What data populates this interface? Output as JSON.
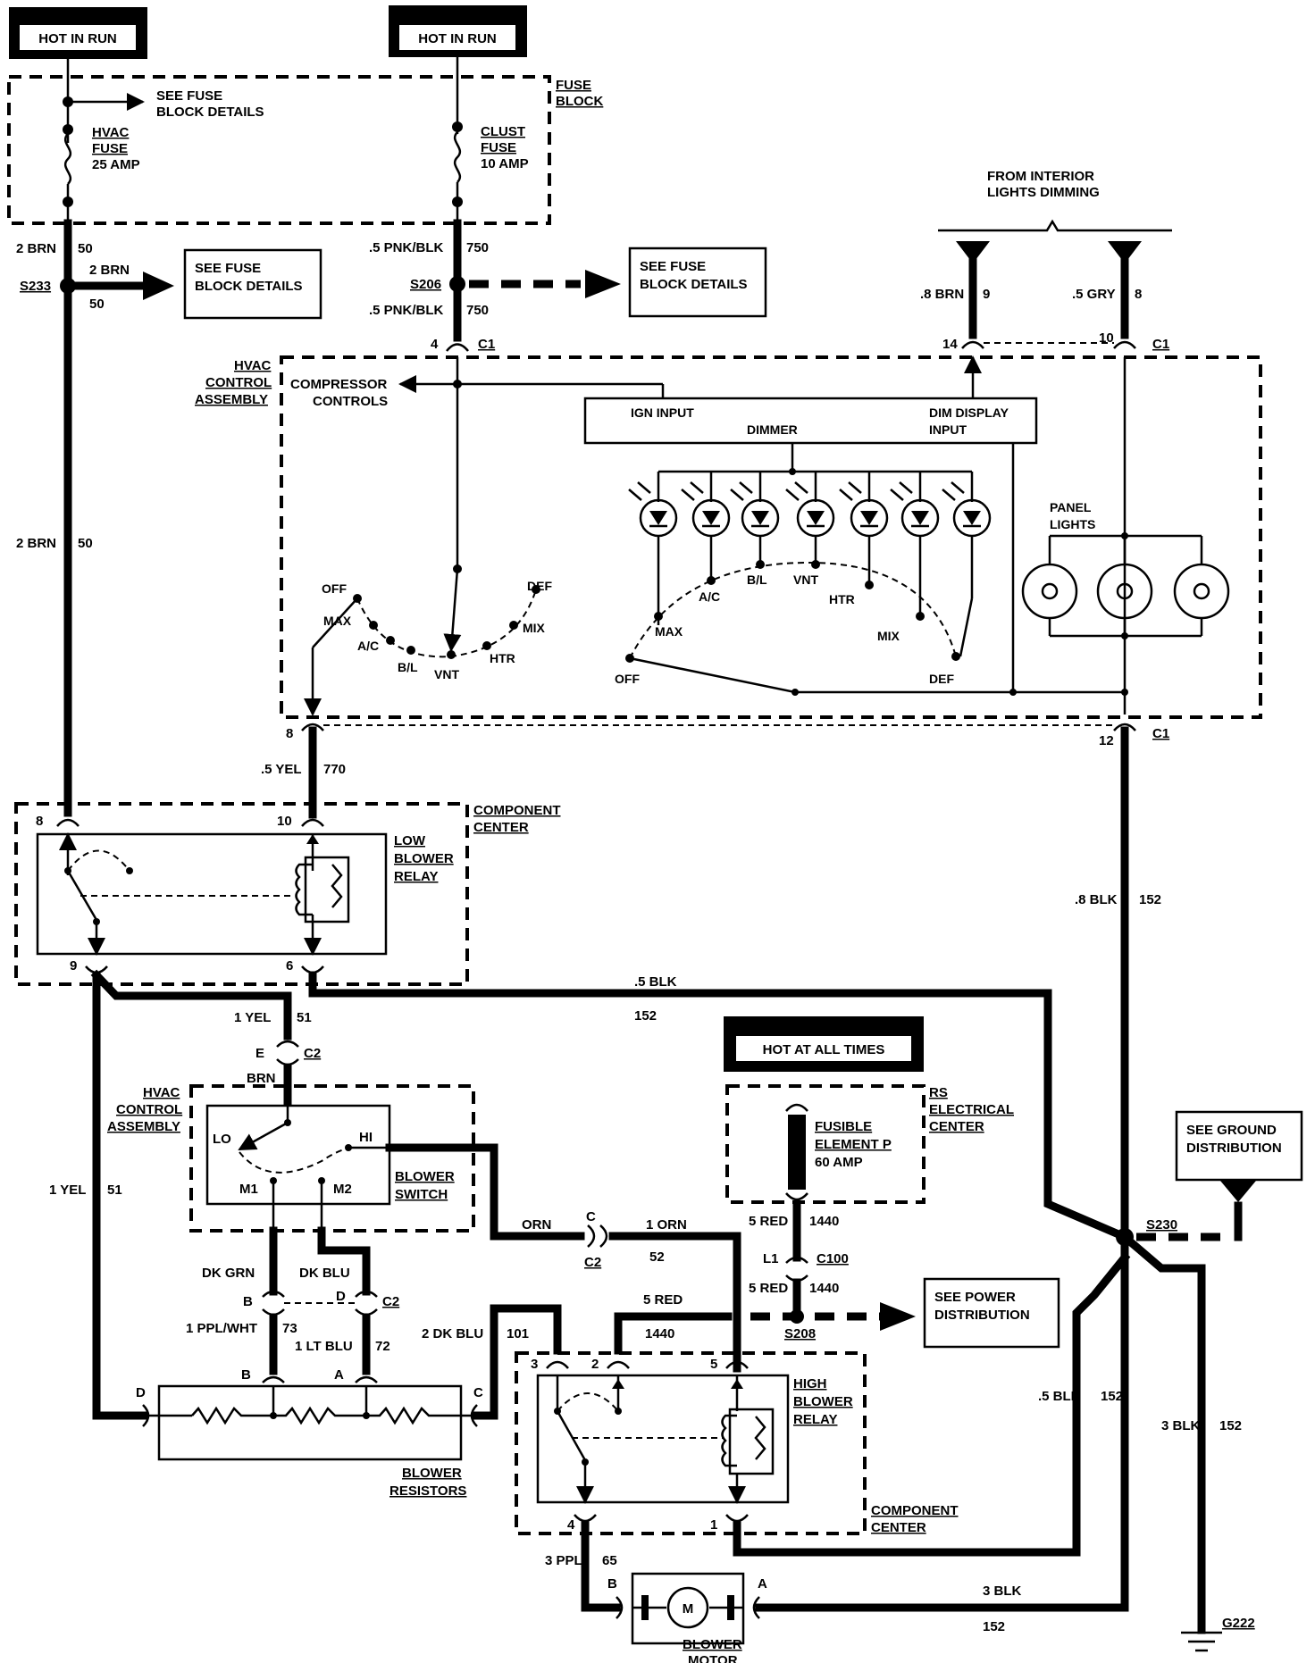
{
  "power": {
    "hot_in_run_1": "HOT IN RUN",
    "hot_in_run_2": "HOT IN RUN",
    "hot_at_all_times": "HOT AT ALL TIMES"
  },
  "fuse_block": {
    "title_1": "FUSE",
    "title_2": "BLOCK",
    "see_fuse_1": "SEE FUSE",
    "see_fuse_2": "BLOCK DETAILS",
    "hvac_fuse_1": "HVAC",
    "hvac_fuse_2": "FUSE",
    "hvac_fuse_3": "25 AMP",
    "clust_fuse_1": "CLUST",
    "clust_fuse_2": "FUSE",
    "clust_fuse_3": "10 AMP"
  },
  "wires": {
    "w_2brn_top": "2 BRN",
    "w_50_top": "50",
    "w_2brn_arrow": "2 BRN",
    "w_50_arrow": "50",
    "s233": "S233",
    "w_2brn_mid": "2 BRN",
    "w_50_mid": "50",
    "w_5pnkblk_1": ".5 PNK/BLK",
    "w_750_1": "750",
    "s206": "S206",
    "w_5pnkblk_2": ".5 PNK/BLK",
    "w_750_2": "750",
    "w_8brn": ".8 BRN",
    "w_9": "9",
    "w_5gry": ".5 GRY",
    "w_8": "8",
    "w_5yel": ".5 YEL",
    "w_770": "770",
    "w_8blk": ".8 BLK",
    "w_152a": "152",
    "w_5blk": ".5 BLK",
    "w_152b": "152",
    "w_1yel": "1 YEL",
    "w_51a": "51",
    "w_brn": "BRN",
    "w_1yel_side": "1 YEL",
    "w_51b": "51",
    "w_dkgrn": "DK GRN",
    "w_dkblu": "DK BLU",
    "w_1pplwht": "1 PPL/WHT",
    "w_73": "73",
    "w_1ltblu": "1 LT BLU",
    "w_72": "72",
    "w_orn": "ORN",
    "w_1orn": "1 ORN",
    "w_52": "52",
    "w_2dkblu": "2 DK BLU",
    "w_101": "101",
    "w_5red_a": "5 RED",
    "w_1440_a": "1440",
    "w_5red_b": "5 RED",
    "w_1440_b": "1440",
    "w_5red_c": "5 RED",
    "w_1440_c": "1440",
    "s208": "S208",
    "w_5blk_r": ".5 BLK",
    "w_152c": "152",
    "w_3blk_r": "3 BLK",
    "w_152d": "152",
    "w_3ppl": "3 PPL",
    "w_65": "65",
    "w_3blk_b": "3 BLK",
    "w_152e": "152",
    "s230": "S230",
    "g222": "G222"
  },
  "see_boxes": {
    "fuse_a_1": "SEE FUSE",
    "fuse_a_2": "BLOCK DETAILS",
    "fuse_b_1": "SEE FUSE",
    "fuse_b_2": "BLOCK DETAILS",
    "ground_1": "SEE GROUND",
    "ground_2": "DISTRIBUTION",
    "power_1": "SEE POWER",
    "power_2": "DISTRIBUTION"
  },
  "dimming": {
    "line1": "FROM INTERIOR",
    "line2": "LIGHTS DIMMING"
  },
  "hvac_control": {
    "title_1": "HVAC",
    "title_2": "CONTROL",
    "title_3": "ASSEMBLY",
    "compressor_1": "COMPRESSOR",
    "compressor_2": "CONTROLS",
    "ign_input": "IGN INPUT",
    "dimmer": "DIMMER",
    "dim_display_1": "DIM DISPLAY",
    "dim_display_2": "INPUT",
    "panel_1": "PANEL",
    "panel_2": "LIGHTS",
    "mode_labels": [
      "OFF",
      "MAX",
      "A/C",
      "B/L",
      "VNT",
      "HTR",
      "MIX",
      "DEF"
    ],
    "led_labels": [
      "MAX",
      "A/C",
      "B/L",
      "VNT",
      "HTR",
      "MIX",
      "DEF",
      "OFF"
    ]
  },
  "connectors": {
    "c1": "C1",
    "c1b": "C1",
    "c1c": "C1",
    "c2": "C2",
    "c2b": "C2",
    "c2c": "C2",
    "c100": "C100",
    "p4": "4",
    "p14": "14",
    "p10": "10",
    "p8": "8",
    "p12": "12",
    "cc_8": "8",
    "cc_10": "10",
    "cc_9": "9",
    "cc_6": "6",
    "e": "E",
    "b": "B",
    "d": "D",
    "c": "C",
    "l1": "L1",
    "res_b": "B",
    "res_a": "A",
    "res_d": "D",
    "res_c": "C",
    "hb_3": "3",
    "hb_2": "2",
    "hb_5": "5",
    "hb_4": "4",
    "hb_1": "1",
    "mot_b": "B",
    "mot_a": "A"
  },
  "component_center": {
    "title_1": "COMPONENT",
    "title_2": "CENTER",
    "low_1": "LOW",
    "low_2": "BLOWER",
    "low_3": "RELAY",
    "high_1": "HIGH",
    "high_2": "BLOWER",
    "high_3": "RELAY",
    "title2_1": "COMPONENT",
    "title2_2": "CENTER"
  },
  "blower_switch": {
    "title_1": "HVAC",
    "title_2": "CONTROL",
    "title_3": "ASSEMBLY",
    "lo": "LO",
    "hi": "HI",
    "m1": "M1",
    "m2": "M2",
    "name_1": "BLOWER",
    "name_2": "SWITCH"
  },
  "rs_center": {
    "title_1": "RS",
    "title_2": "ELECTRICAL",
    "title_3": "CENTER",
    "fusible_1": "FUSIBLE",
    "fusible_2": "ELEMENT P",
    "fusible_3": "60 AMP"
  },
  "resistors": {
    "name_1": "BLOWER",
    "name_2": "RESISTORS"
  },
  "motor": {
    "symbol": "M",
    "name_1": "BLOWER",
    "name_2": "MOTOR"
  }
}
